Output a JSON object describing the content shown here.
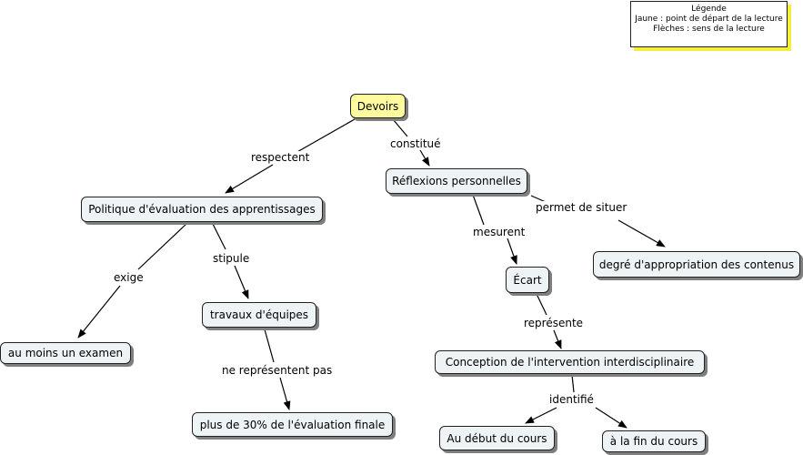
{
  "legend": {
    "title": "Légende",
    "line1": "Jaune : point de départ de la lecture",
    "line2": "Flèches : sens de la lecture"
  },
  "nodes": {
    "devoirs": "Devoirs",
    "politique": "Politique d'évaluation des apprentissages",
    "reflexions": "Réflexions personnelles",
    "examen": "au moins un examen",
    "travaux": "travaux d'équipes",
    "ecart": "Écart",
    "degre": "degré d'appropriation des contenus",
    "conception": "Conception  de l'intervention interdisciplinaire",
    "plus30": "plus de 30% de l'évaluation finale",
    "debut": "Au début du cours",
    "fin": "à la fin du cours"
  },
  "links": {
    "respectent": "respectent",
    "constitue": "constitué",
    "exige": "exige",
    "stipule": "stipule",
    "mesurent": "mesurent",
    "permet": "permet de situer",
    "represente": "représente",
    "ne_representent": "ne représentent pas",
    "identifie": "identifié"
  }
}
